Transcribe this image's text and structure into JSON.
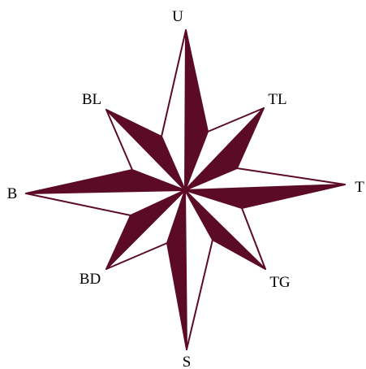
{
  "diagram": {
    "colors": {
      "fill_dark": "#5c0b26",
      "fill_light": "#ffffff",
      "stroke": "#5c0b26",
      "label": "#000000"
    },
    "labels": {
      "north": "U",
      "northeast": "TL",
      "east": "T",
      "southeast": "TG",
      "south": "S",
      "southwest": "BD",
      "west": "B",
      "northwest": "BL"
    }
  }
}
